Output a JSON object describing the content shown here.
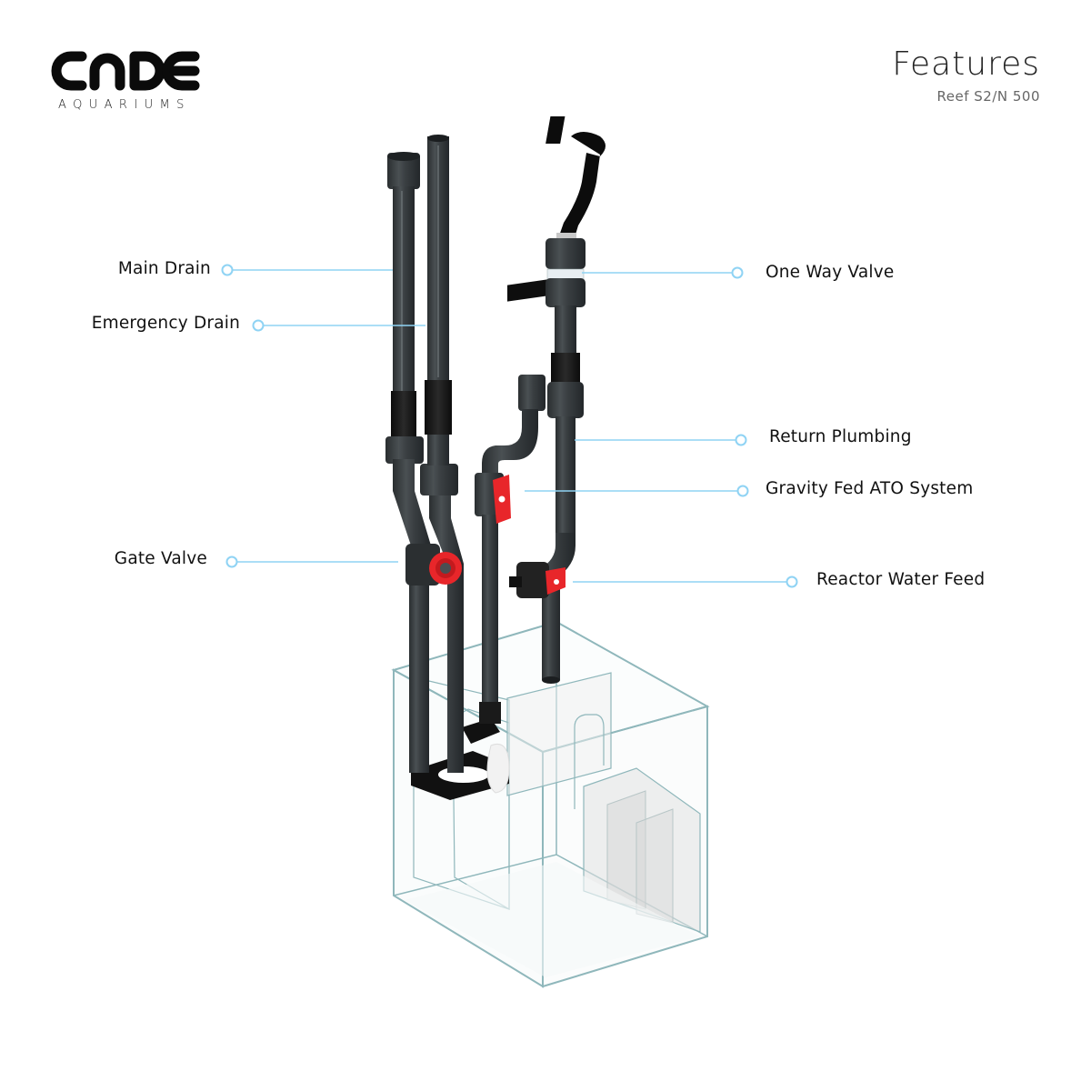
{
  "brand": {
    "logo_text": "CADE",
    "logo_subtext": "AQUARIUMS"
  },
  "header": {
    "title": "Features",
    "subtitle": "Reef S2/N 500"
  },
  "colors": {
    "leader_line": "#8fd3f4",
    "pipe": "#3a3f42",
    "pipe_dark": "#1c1e1f",
    "valve_handle": "#e8262a",
    "glass_edge": "#8fb7bb",
    "background": "#ffffff"
  },
  "callouts": [
    {
      "id": "main-drain",
      "label": "Main Drain",
      "side": "left"
    },
    {
      "id": "emergency-drain",
      "label": "Emergency Drain",
      "side": "left"
    },
    {
      "id": "gate-valve",
      "label": "Gate Valve",
      "side": "left"
    },
    {
      "id": "one-way-valve",
      "label": "One Way Valve",
      "side": "right"
    },
    {
      "id": "return-plumbing",
      "label": "Return Plumbing",
      "side": "right"
    },
    {
      "id": "gravity-fed-ato",
      "label": "Gravity Fed ATO System",
      "side": "right"
    },
    {
      "id": "reactor-water-feed",
      "label": "Reactor Water Feed",
      "side": "right"
    }
  ]
}
